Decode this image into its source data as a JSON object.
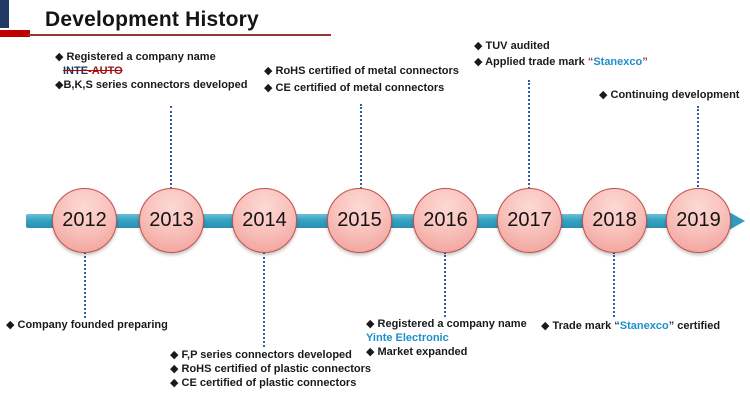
{
  "header": {
    "title": "Development History"
  },
  "colors": {
    "header_navy": "#1F3864",
    "header_red": "#C00000",
    "title_underline": "#953735",
    "timeline_teal": "#35A3C4",
    "circle_fill_light": "#FDD9D4",
    "circle_fill_dark": "#F09B95",
    "circle_border": "#C0504D",
    "dotted_connector": "#2E5FA3",
    "brand_blue": "#1E8FCC",
    "brand_navy": "#17375E",
    "brand_dark_red": "#8B1A1A"
  },
  "timeline": {
    "years": [
      "2012",
      "2013",
      "2014",
      "2015",
      "2016",
      "2017",
      "2018",
      "2019"
    ]
  },
  "milestones": {
    "y2013_above": {
      "line1": "◆ Registered a company name",
      "brand_old": "INTE",
      "brand_sep": "-",
      "brand_new": "AUTO",
      "line3": "◆B,K,S series connectors developed"
    },
    "y2015_above": {
      "line1": "◆ RoHS certified of metal connectors",
      "line2": "◆ CE certified of metal connectors"
    },
    "y2017_above": {
      "line1": "◆ TUV audited",
      "line2_prefix": "◆ Applied trade mark ",
      "quote_open": "“",
      "brand": "Stanexco",
      "quote_close": "”"
    },
    "y2019_above": {
      "line1": "◆ Continuing development"
    },
    "y2012_below": {
      "line1": "◆ Company founded preparing"
    },
    "y2014_below": {
      "line1": "◆ F,P series connectors developed",
      "line2": "◆ RoHS certified of plastic connectors",
      "line3": "◆ CE certified of plastic connectors"
    },
    "y2016_below": {
      "line1": "◆ Registered a company name",
      "line2": "Yinte Electronic",
      "line3": "◆ Market expanded"
    },
    "y2018_below": {
      "prefix": "◆ Trade mark ",
      "quote_open": "“",
      "brand": "Stanexco",
      "quote_close": "”",
      "suffix": " certified"
    }
  }
}
